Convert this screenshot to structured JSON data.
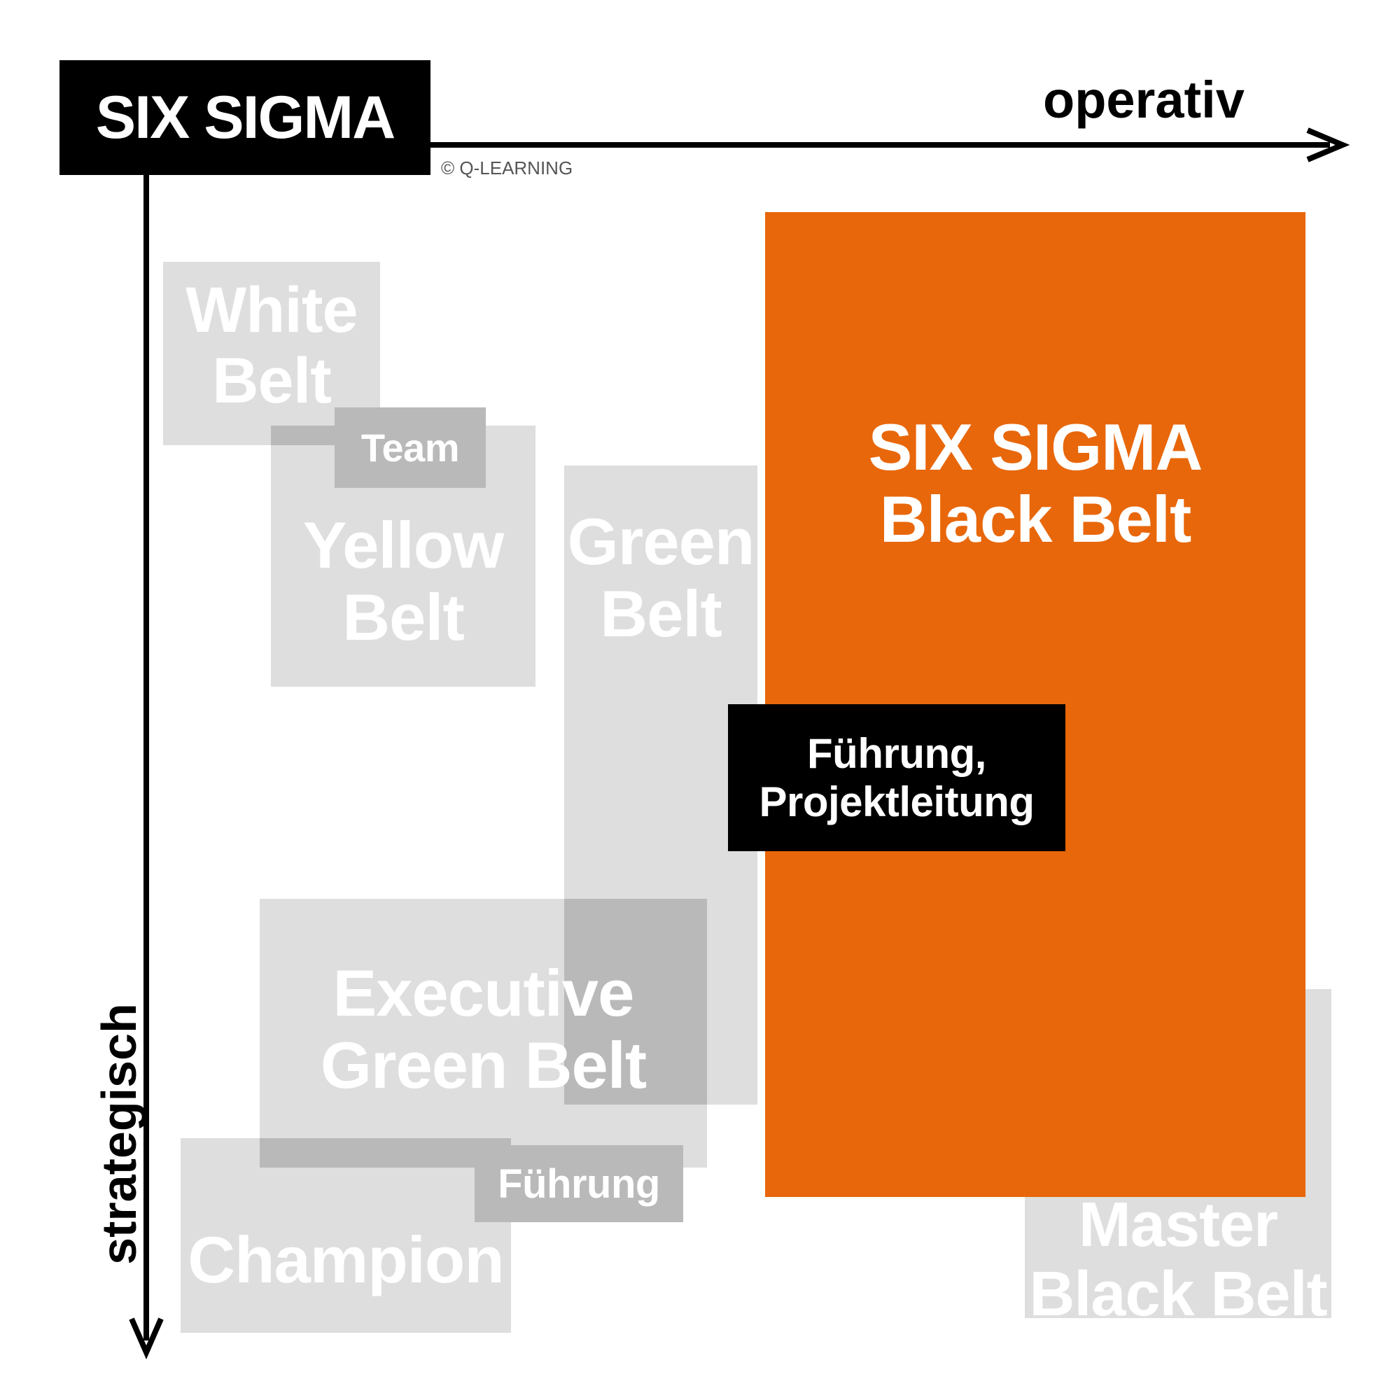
{
  "header": {
    "brand": "SIX SIGMA",
    "copyright": "© Q-LEARNING"
  },
  "axes": {
    "x_label": "operativ",
    "y_label": "strategisch"
  },
  "belts": {
    "white": [
      "White",
      "Belt"
    ],
    "yellow": [
      "Yellow",
      "Belt"
    ],
    "green": [
      "Green",
      "Belt"
    ],
    "executive": [
      "Executive",
      "Green Belt"
    ],
    "champion": [
      "Champion"
    ],
    "master": [
      "Master",
      "Black Belt"
    ],
    "black": [
      "SIX SIGMA",
      "Black Belt"
    ]
  },
  "badges": {
    "team": "Team",
    "fuehrung": "Führung",
    "fuehrung_projekt": [
      "Führung,",
      "Projektleitung"
    ]
  },
  "colors": {
    "accent": "#e8670a",
    "black": "#000000",
    "light_gray": "#dedede",
    "mid_gray": "#b9b9b9"
  }
}
